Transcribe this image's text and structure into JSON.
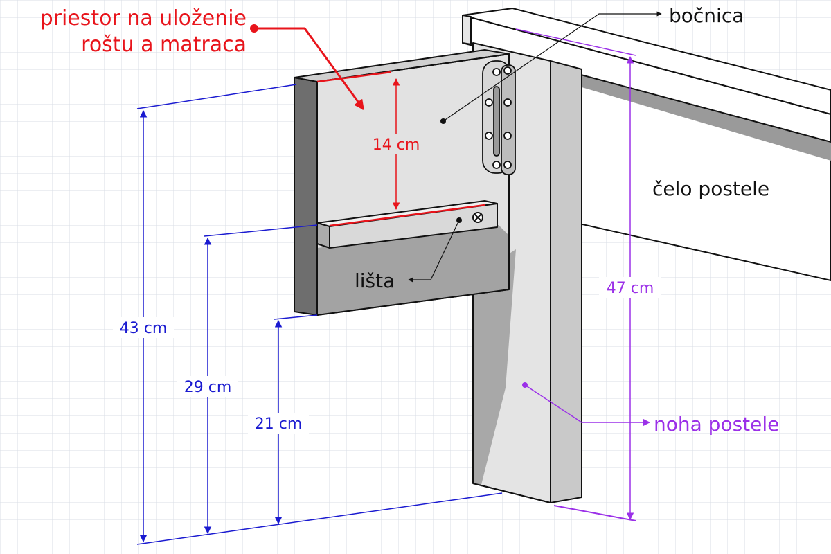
{
  "labels": {
    "space": [
      "priestor na uloženie",
      "roštu a matraca"
    ],
    "bocnica": "bočnica",
    "celo": "čelo postele",
    "lista": "lišta",
    "noha": "noha postele"
  },
  "dimensions": {
    "d14": "14 cm",
    "d43": "43 cm",
    "d29": "29 cm",
    "d21": "21 cm",
    "d47": "47 cm"
  },
  "colors": {
    "red": "#e8141b",
    "blue": "#1a1ad0",
    "purple": "#9b30e8",
    "black": "#111111",
    "grid": "#d9dde6"
  }
}
